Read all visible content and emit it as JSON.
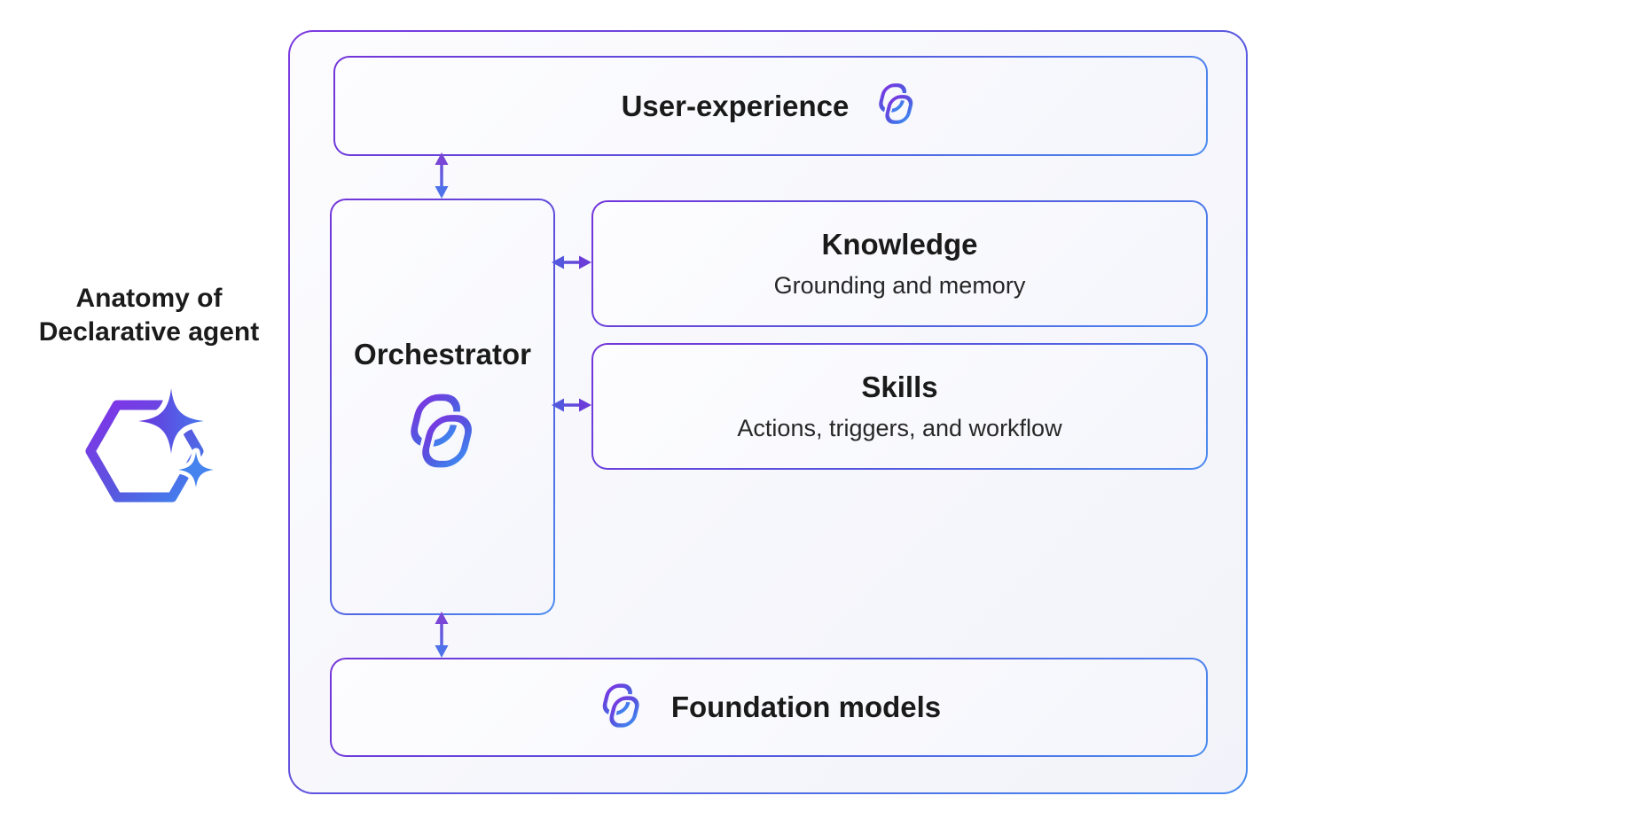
{
  "diagram": {
    "side_label": {
      "line1": "Anatomy of",
      "line2": "Declarative agent"
    },
    "container": {
      "user_experience": {
        "title": "User-experience",
        "icon": "copilot-icon"
      },
      "orchestrator": {
        "title": "Orchestrator",
        "icon": "copilot-icon"
      },
      "knowledge": {
        "title": "Knowledge",
        "subtitle": "Grounding and memory"
      },
      "skills": {
        "title": "Skills",
        "subtitle": "Actions, triggers, and workflow"
      },
      "foundation_models": {
        "title": "Foundation models",
        "icon": "copilot-icon"
      }
    },
    "connections": [
      {
        "from": "user_experience",
        "to": "orchestrator",
        "type": "bidirectional"
      },
      {
        "from": "orchestrator",
        "to": "knowledge",
        "type": "bidirectional"
      },
      {
        "from": "orchestrator",
        "to": "skills",
        "type": "bidirectional"
      },
      {
        "from": "orchestrator",
        "to": "foundation_models",
        "type": "bidirectional"
      }
    ],
    "icons": {
      "copilot": "copilot-icon",
      "declarative_agent": "declarative-agent-icon",
      "connector": "bidirectional-arrow-icon"
    },
    "colors": {
      "accent_purple": "#7434D9",
      "accent_blue": "#4A86EE",
      "title_text": "#1A1A1A",
      "subtitle_text": "#272727",
      "container_fill": "#F2F3FA",
      "box_fill": "#F8F9FD"
    }
  }
}
